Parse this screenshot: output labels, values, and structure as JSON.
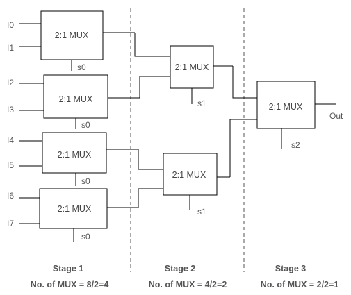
{
  "mux_label": "2:1 MUX",
  "inputs": [
    "I0",
    "I1",
    "I2",
    "I3",
    "I4",
    "I5",
    "I6",
    "I7"
  ],
  "selects": {
    "stage1": "s0",
    "stage2": "s1",
    "stage3": "s2"
  },
  "output_label": "Out",
  "stages": [
    {
      "title": "Stage 1",
      "count": "No. of MUX = 8/2=4"
    },
    {
      "title": "Stage 2",
      "count": "No. of MUX = 4/2=2"
    },
    {
      "title": "Stage 3",
      "count": "No. of MUX = 2/2=1"
    }
  ]
}
